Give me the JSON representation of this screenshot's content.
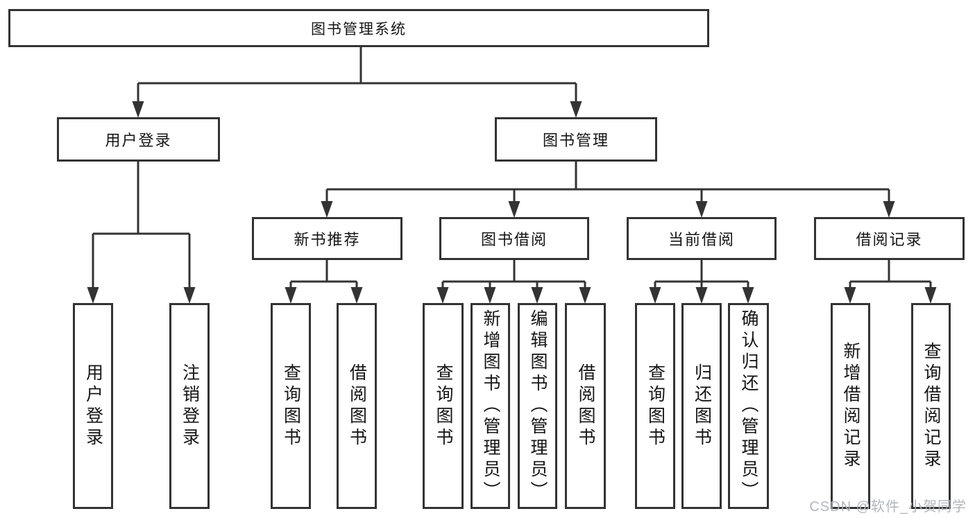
{
  "diagram": {
    "title_node": {
      "label": "图书管理系统"
    },
    "level2": [
      {
        "id": "user-login",
        "label": "用户登录"
      },
      {
        "id": "book-management",
        "label": "图书管理"
      }
    ],
    "level3": [
      {
        "id": "new-book-recommend",
        "label": "新书推荐"
      },
      {
        "id": "book-borrowing",
        "label": "图书借阅"
      },
      {
        "id": "current-borrowing",
        "label": "当前借阅"
      },
      {
        "id": "borrowing-records",
        "label": "借阅记录"
      }
    ],
    "leaves": [
      {
        "id": "user-login-leaf",
        "label": "用户登录",
        "parent": "用户登录"
      },
      {
        "id": "logout",
        "label": "注销登录",
        "parent": "用户登录"
      },
      {
        "id": "query-books-recommend",
        "label": "查询图书",
        "parent": "新书推荐"
      },
      {
        "id": "borrow-books-recommend",
        "label": "借阅图书",
        "parent": "新书推荐"
      },
      {
        "id": "query-books-borrowing",
        "label": "查询图书",
        "parent": "图书借阅"
      },
      {
        "id": "add-book-admin",
        "label": "新增图书（管理员）",
        "parent": "图书借阅"
      },
      {
        "id": "edit-book-admin",
        "label": "编辑图书（管理员）",
        "parent": "图书借阅"
      },
      {
        "id": "borrow-books-borrowing",
        "label": "借阅图书",
        "parent": "图书借阅"
      },
      {
        "id": "query-books-current",
        "label": "查询图书",
        "parent": "当前借阅"
      },
      {
        "id": "return-book",
        "label": "归还图书",
        "parent": "当前借阅"
      },
      {
        "id": "confirm-return-admin",
        "label": "确认归还（管理员）",
        "parent": "当前借阅"
      },
      {
        "id": "add-borrow-record",
        "label": "新增借阅记录",
        "parent": "借阅记录"
      },
      {
        "id": "query-borrow-record",
        "label": "查询借阅记录",
        "parent": "借阅记录"
      }
    ]
  },
  "watermark": {
    "text": "CSDN @软件_小贺同学"
  },
  "colors": {
    "line": "#333333",
    "text": "#151515",
    "background": "#ffffff",
    "watermark": "rgba(175,178,185,0.95)"
  }
}
